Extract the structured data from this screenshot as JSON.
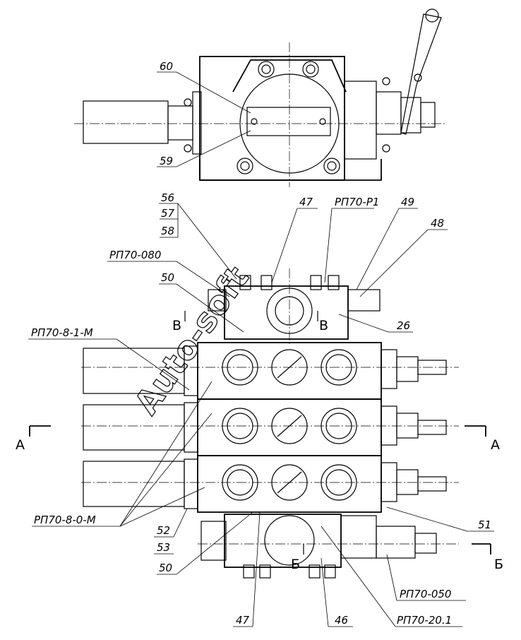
{
  "drawing": {
    "callouts_top_view": [
      "60",
      "59"
    ],
    "callouts_left": [
      "56",
      "57",
      "58",
      "РП70-080",
      "50",
      "РП70-8-1-М",
      "РП70-8-0-М",
      "52",
      "53",
      "50"
    ],
    "callouts_top": [
      "47",
      "РП70-Р1",
      "49",
      "48"
    ],
    "callouts_right": [
      "26",
      "51",
      "РП70-050"
    ],
    "callouts_bottom": [
      "47",
      "46",
      "РП70-20.1"
    ],
    "section_marks": [
      "А",
      "А",
      "Б",
      "Б",
      "В",
      "В"
    ],
    "watermark": "Auto-soft"
  }
}
